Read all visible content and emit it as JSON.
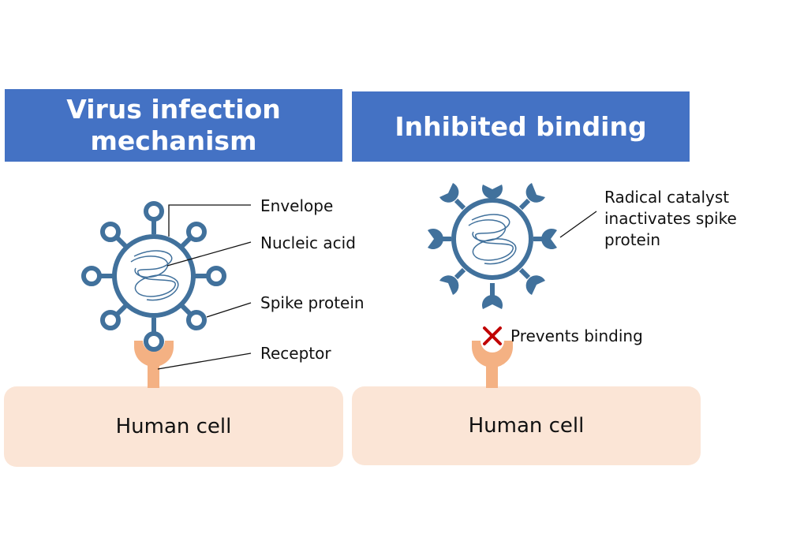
{
  "left_panel": {
    "title_line1": "Virus infection",
    "title_line2": "mechanism",
    "labels": {
      "envelope": "Envelope",
      "nucleic_acid": "Nucleic acid",
      "spike_protein": "Spike protein",
      "receptor": "Receptor"
    },
    "cell_label": "Human cell"
  },
  "right_panel": {
    "title": "Inhibited binding",
    "catalyst_line1": "Radical catalyst",
    "catalyst_line2": "inactivates spike",
    "catalyst_line3": "protein",
    "prevents_label": "Prevents binding",
    "cell_label": "Human cell"
  },
  "colors": {
    "banner": "#4472c4",
    "virus": "#41719c",
    "receptor": "#f4b183",
    "cell": "#fbe5d6",
    "cross": "#c00000"
  }
}
